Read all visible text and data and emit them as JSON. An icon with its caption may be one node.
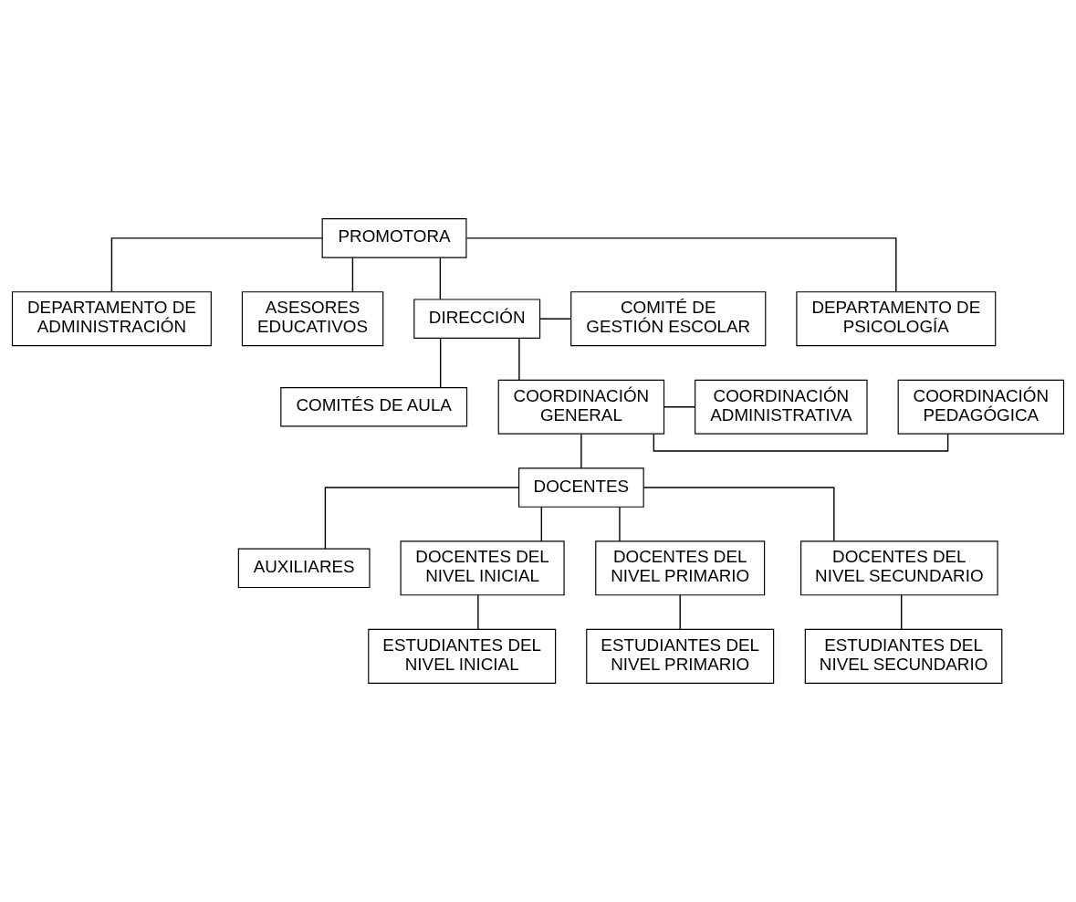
{
  "diagram": {
    "nodes": [
      {
        "text": [
          "PROMOTORA"
        ]
      },
      {
        "text": [
          "DEPARTAMENTO DE ADMINISTRACIÓN"
        ]
      },
      {
        "text": [
          "ASESORES EDUCATIVOS"
        ]
      },
      {
        "text": [
          "DIRECCIÓN"
        ]
      },
      {
        "text": [
          "DEPARTAMENTO DE PSICOLOGÍA"
        ]
      },
      {
        "text": [
          "COMITÉ DE GESTIÓN ESCOLAR"
        ]
      },
      {
        "text": [
          "COMITÉS DE AULA"
        ]
      },
      {
        "text": [
          "COORDINACIÓN GENERAL"
        ]
      },
      {
        "text": [
          "COORDINACIÓN PEDAGÓGICA"
        ]
      },
      {
        "text": [
          "COORDINACIÓN ADMINISTRATIVA"
        ]
      },
      {
        "text": [
          "DOCENTES"
        ]
      },
      {
        "text": [
          "AUXILIARES"
        ]
      },
      {
        "text": [
          "DOCENTES DEL NIVEL INICIAL"
        ]
      },
      {
        "text": [
          "DOCENTES DEL NIVEL PRIMARIO"
        ]
      },
      {
        "text": [
          "DOCENTES DEL NIVEL SECUNDARIO"
        ]
      },
      {
        "text": [
          "ESTUDIANTES DEL NIVEL INICIAL"
        ]
      },
      {
        "text": [
          "ESTUDIANTES DEL NIVEL PRIMARIO"
        ]
      },
      {
        "text": [
          "ESTUDIANTES DEL NIVEL SECUNDARIO"
        ]
      }
    ],
    "edges": [
      {
        "from": 0,
        "to": 3,
        "arrow": "none"
      },
      {
        "from": 0,
        "to": 1,
        "arrow": "none"
      },
      {
        "from": 0,
        "to": 2,
        "arrow": "none"
      },
      {
        "from": 0,
        "to": 4,
        "arrow": "none"
      },
      {
        "from": 3,
        "to": 5,
        "arrow": "none"
      },
      {
        "from": 3,
        "to": 6,
        "arrow": "none"
      },
      {
        "from": 3,
        "to": 7,
        "arrow": "none"
      },
      {
        "from": 7,
        "to": 8,
        "arrow": "none"
      },
      {
        "from": 7,
        "to": 9,
        "arrow": "none"
      },
      {
        "from": 7,
        "to": 10,
        "arrow": "none"
      },
      {
        "from": 10,
        "to": 11,
        "arrow": "none"
      },
      {
        "from": 10,
        "to": 12,
        "arrow": "none"
      },
      {
        "from": 10,
        "to": 13,
        "arrow": "none"
      },
      {
        "from": 10,
        "to": 14,
        "arrow": "none"
      },
      {
        "from": 12,
        "to": 15,
        "arrow": "none"
      },
      {
        "from": 13,
        "to": 16,
        "arrow": "none"
      },
      {
        "from": 14,
        "to": 17,
        "arrow": "none"
      }
    ]
  }
}
